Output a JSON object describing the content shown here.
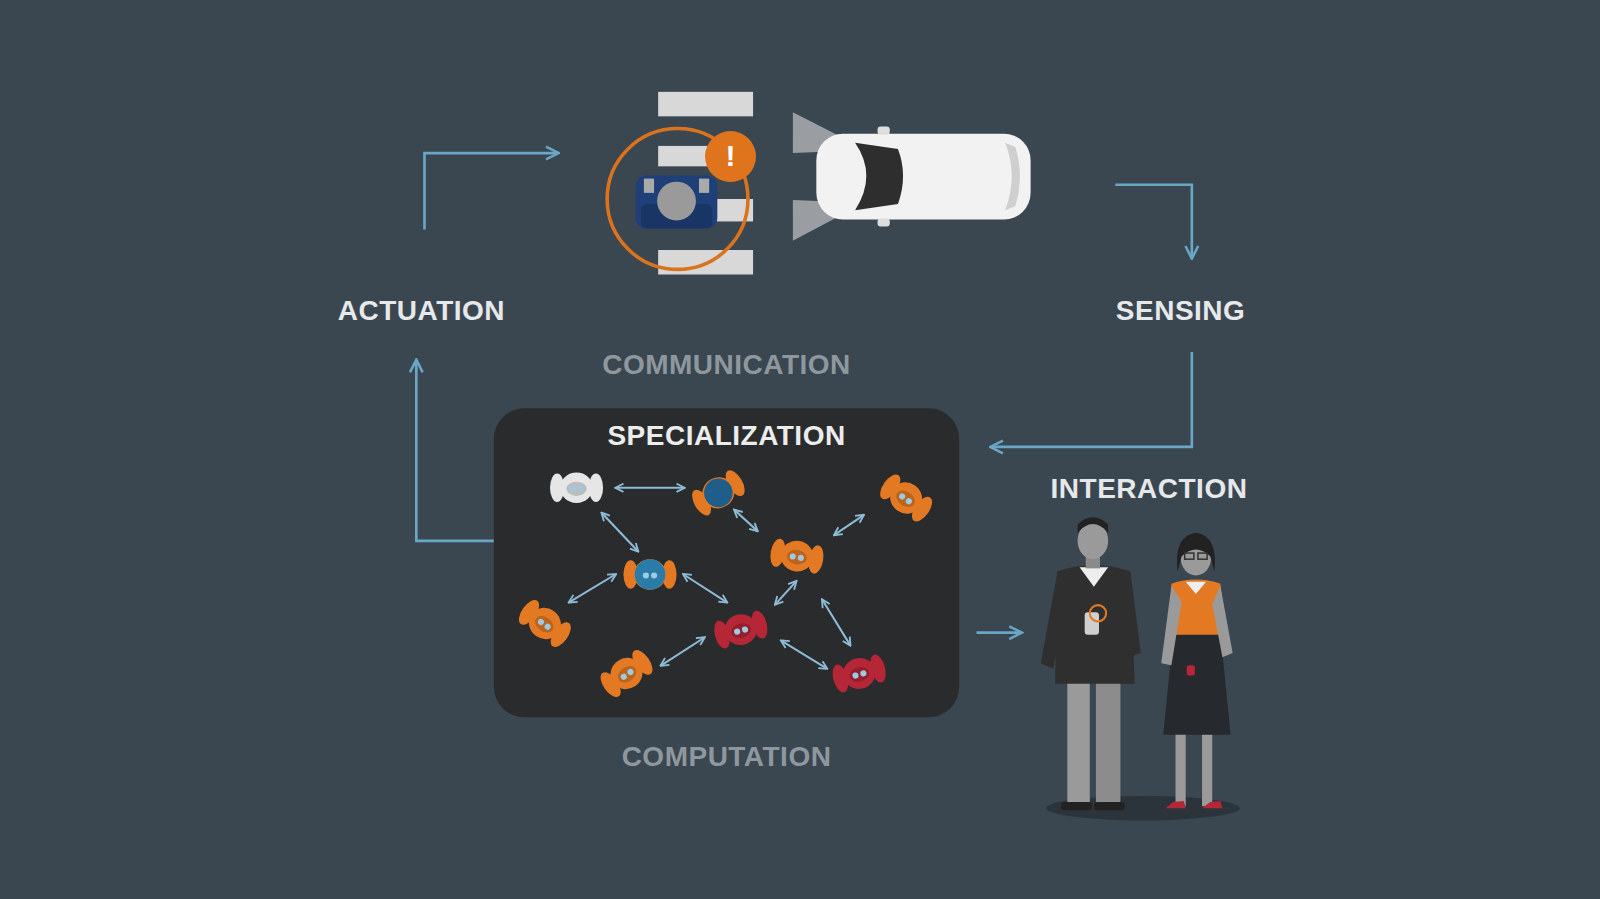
{
  "diagram": {
    "nodes": [
      {
        "text": [
          "!"
        ]
      },
      {
        "text": [
          "SPECIALIZATION"
        ]
      }
    ],
    "labels": [
      "ACTUATION",
      "SENSING",
      "COMMUNICATION",
      "INTERACTION",
      "COMPUTATION"
    ]
  }
}
